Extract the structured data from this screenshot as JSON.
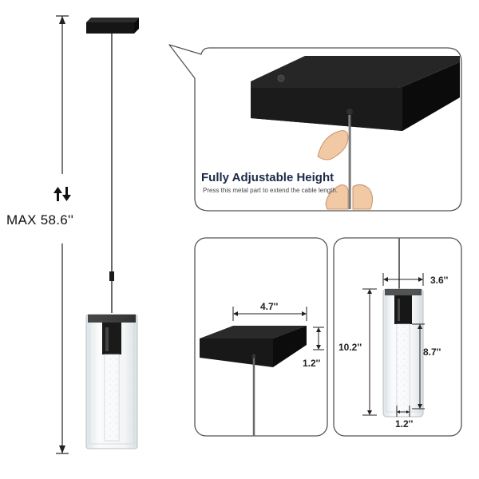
{
  "height_label": "MAX 58.6''",
  "callout": {
    "title": "Fully Adjustable Height",
    "description": "Press this metal part to extend the cable length."
  },
  "canopy_dimensions": {
    "width": "4.7''",
    "height": "1.2''"
  },
  "shade_dimensions": {
    "width": "3.6''",
    "total_height": "10.2''",
    "inner_height": "8.7''",
    "inner_width": "1.2''"
  },
  "colors": {
    "fixture_black": "#151515",
    "glass": "#eef2f4",
    "panel_border": "#555555",
    "title": "#1c2a48"
  }
}
